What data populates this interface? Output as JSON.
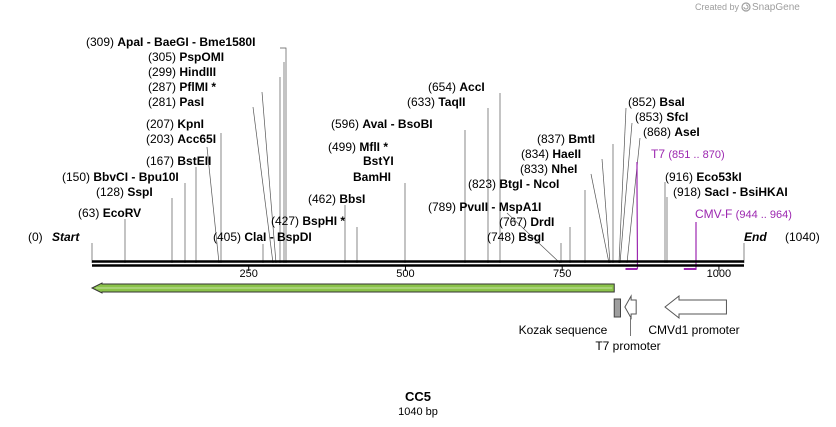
{
  "credit": {
    "prefix": "Created by",
    "brand": "SnapGene"
  },
  "map": {
    "name": "CC5",
    "length_label": "1040 bp",
    "start_label": "Start",
    "start_pos": "(0)",
    "end_label": "End",
    "end_pos": "(1040)",
    "length_bp": 1040
  },
  "ruler_ticks": [
    "250",
    "500",
    "750",
    "1000"
  ],
  "sites": [
    {
      "pos": "(309)",
      "name": "ApaI",
      "extra": "- BaeGI - Bme1580I",
      "bp": 309
    },
    {
      "pos": "(305)",
      "name": "PspOMI",
      "extra": "",
      "bp": 305
    },
    {
      "pos": "(299)",
      "name": "HindIII",
      "extra": "",
      "bp": 299
    },
    {
      "pos": "(287)",
      "name": "PflMI *",
      "extra": "",
      "bp": 287
    },
    {
      "pos": "(281)",
      "name": "PasI",
      "extra": "",
      "bp": 281
    },
    {
      "pos": "(207)",
      "name": "KpnI",
      "extra": "",
      "bp": 207
    },
    {
      "pos": "(203)",
      "name": "Acc65I",
      "extra": "",
      "bp": 203
    },
    {
      "pos": "(167)",
      "name": "BstEII",
      "extra": "",
      "bp": 167
    },
    {
      "pos": "(150)",
      "name": "BbvCI",
      "extra": "- Bpu10I",
      "bp": 150
    },
    {
      "pos": "(128)",
      "name": "SspI",
      "extra": "",
      "bp": 128
    },
    {
      "pos": "(63)",
      "name": "EcoRV",
      "extra": "",
      "bp": 63
    },
    {
      "pos": "(405)",
      "name": "ClaI",
      "extra": "- BspDI",
      "bp": 405
    },
    {
      "pos": "(427)",
      "name": "BspHI *",
      "extra": "",
      "bp": 427
    },
    {
      "pos": "(462)",
      "name": "BbsI",
      "extra": "",
      "bp": 462
    },
    {
      "pos": "(499)",
      "name": "MflI *",
      "extra": "",
      "bp": 499
    },
    {
      "pos": "",
      "name": "BstYI",
      "extra": "",
      "bp": 499
    },
    {
      "pos": "",
      "name": "BamHI",
      "extra": "",
      "bp": 499
    },
    {
      "pos": "(596)",
      "name": "AvaI",
      "extra": "- BsoBI",
      "bp": 596
    },
    {
      "pos": "(654)",
      "name": "AccI",
      "extra": "",
      "bp": 654
    },
    {
      "pos": "(633)",
      "name": "TaqII",
      "extra": "",
      "bp": 633
    },
    {
      "pos": "(823)",
      "name": "BtgI",
      "extra": "- NcoI",
      "bp": 823
    },
    {
      "pos": "(789)",
      "name": "PvuII",
      "extra": "- MspA1I",
      "bp": 789
    },
    {
      "pos": "(767)",
      "name": "DrdI",
      "extra": "",
      "bp": 767
    },
    {
      "pos": "(748)",
      "name": "BsgI",
      "extra": "",
      "bp": 748
    },
    {
      "pos": "(837)",
      "name": "BmtI",
      "extra": "",
      "bp": 837
    },
    {
      "pos": "(834)",
      "name": "HaeII",
      "extra": "",
      "bp": 834
    },
    {
      "pos": "(833)",
      "name": "NheI",
      "extra": "",
      "bp": 833
    },
    {
      "pos": "(852)",
      "name": "BsaI",
      "extra": "",
      "bp": 852
    },
    {
      "pos": "(853)",
      "name": "SfcI",
      "extra": "",
      "bp": 853
    },
    {
      "pos": "(868)",
      "name": "AseI",
      "extra": "",
      "bp": 868
    },
    {
      "pos": "(916)",
      "name": "Eco53kI",
      "extra": "",
      "bp": 916
    },
    {
      "pos": "(918)",
      "name": "SacI",
      "extra": "- BsiHKAI",
      "bp": 918
    }
  ],
  "primers": [
    {
      "name": "T7",
      "range": "(851 .. 870)",
      "start": 851,
      "end": 870,
      "color": "#9c27b0"
    },
    {
      "name": "CMV-F",
      "range": "(944 .. 964)",
      "start": 944,
      "end": 964,
      "color": "#9c27b0"
    }
  ],
  "features": [
    {
      "name": "Kozak sequence",
      "type": "box",
      "start": 833,
      "end": 843,
      "color": "#9e9e9e"
    },
    {
      "name": "T7 promoter",
      "type": "arrow-left",
      "start": 850,
      "end": 868,
      "color": "#ffffff"
    },
    {
      "name": "CMVd1 promoter",
      "type": "arrow-left",
      "start": 914,
      "end": 1012,
      "color": "#ffffff"
    },
    {
      "name": "",
      "type": "orf-left",
      "start": 0,
      "end": 833,
      "color": "#8bc34a"
    }
  ]
}
